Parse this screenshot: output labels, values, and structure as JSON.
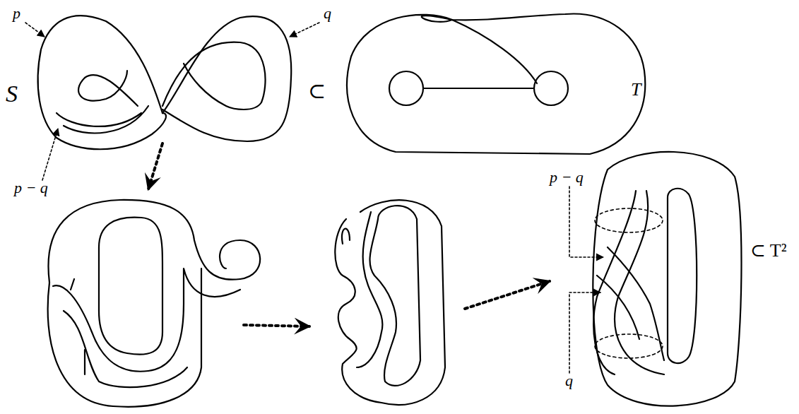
{
  "diagram": {
    "labels": [
      "p",
      "q",
      "p − q",
      "S",
      "⊂",
      "T",
      "p − q",
      "q",
      "⊂ T²"
    ]
  }
}
